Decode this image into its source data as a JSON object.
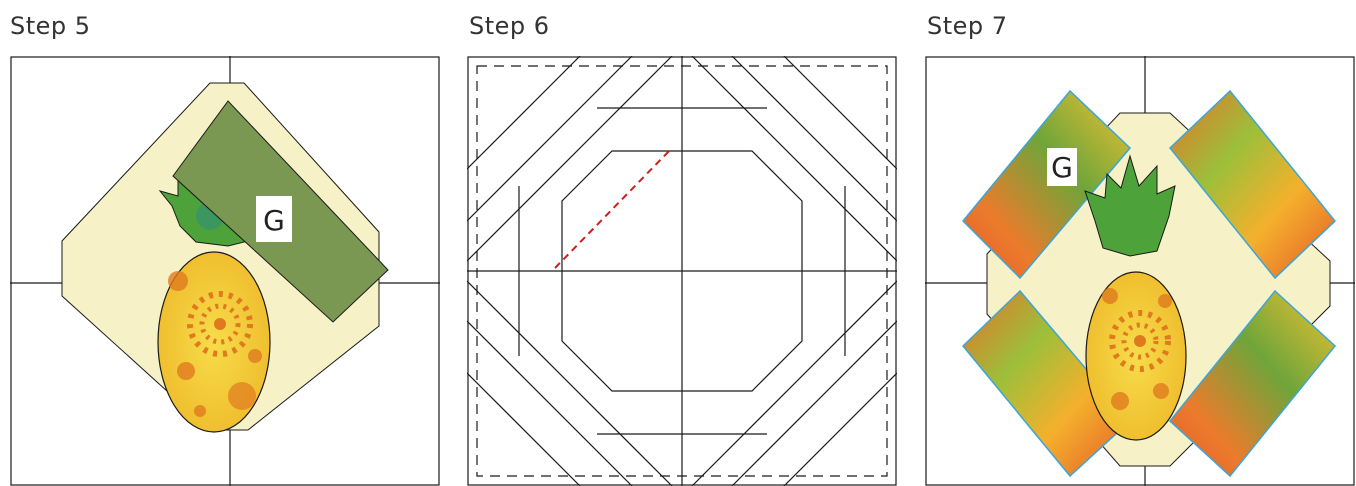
{
  "steps": [
    {
      "title": "Step 5",
      "label": "G"
    },
    {
      "title": "Step 6"
    },
    {
      "title": "Step 7",
      "label": "G"
    }
  ],
  "colors": {
    "background_fabric": "#f7f1c8",
    "strip_green": "#7a9852",
    "pineapple_yellow": "#f0c52b",
    "pineapple_orange": "#e07a1e",
    "leaf_green": "#4ea23a",
    "batik_orange": "#e8702a",
    "batik_green": "#7fae3a",
    "strip_outline_blue": "#3aa6d8",
    "cut_line_red": "#cc1f1f",
    "line_black": "#1a1a1a"
  }
}
